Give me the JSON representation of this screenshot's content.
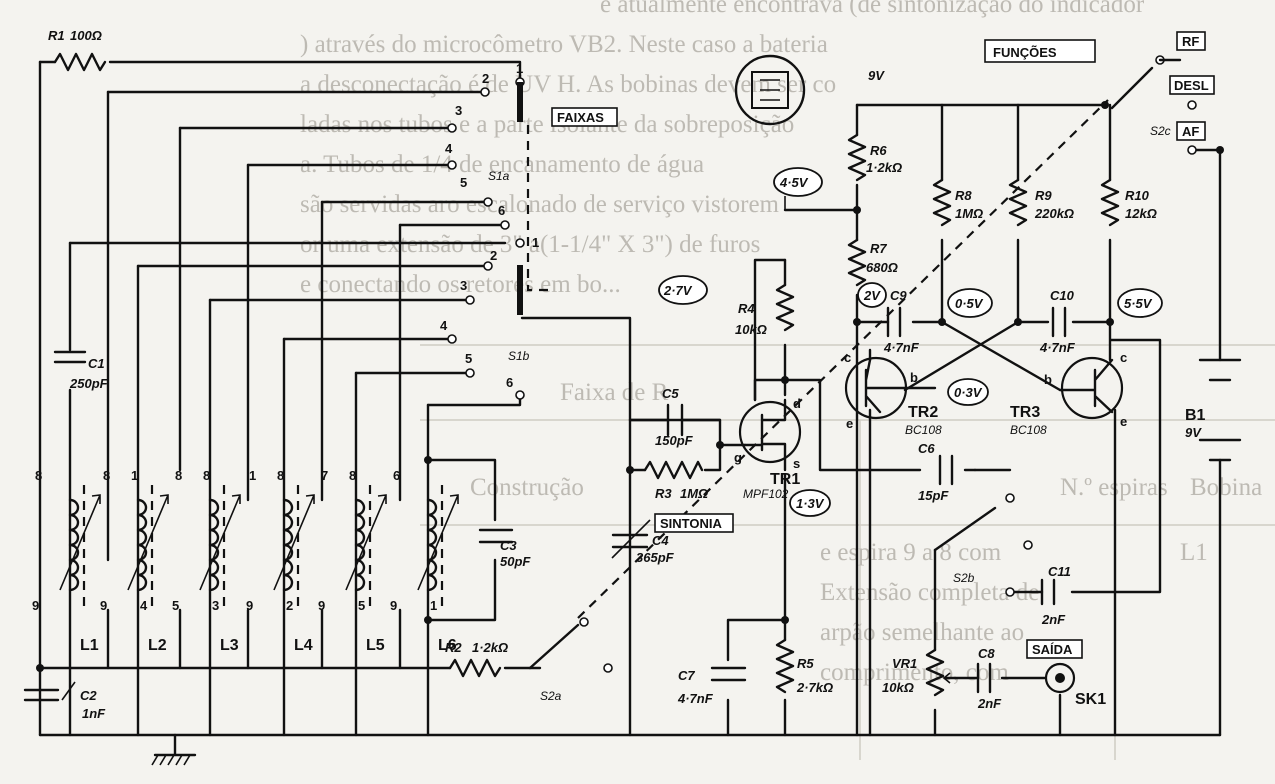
{
  "background_text": {
    "lines": [
      "e atualmente encontrava (de sintonização do indicador",
      ") através do microcômetro VB2. Neste caso a bateria",
      "a desconectação é de UV H. As bobinas devem ser co",
      "ladas nos tubos e a parte isolante da sobreposição",
      "a.  Tubos de 1/4 de encanamento de água",
      "são servidas aro escalonado de serviço vistorem",
      "or uma extensão de 3\" a(1-1/4\" X 3\") de furos",
      "e conectando os retores em bo..."
    ],
    "table_fragments": {
      "header_left": "Bobina",
      "header_mid": "N.º espiras",
      "header_right": "Construção",
      "row_label": "L1",
      "row_text": [
        "e espira 9 a 8 com",
        "Extensão completa de",
        "arpão semelhante ao",
        "comprimento, com"
      ],
      "faixa_title": "Faixa de R"
    }
  },
  "components": {
    "R1": "R1",
    "R1_val": "100Ω",
    "R2": "R2",
    "R2_val": "1·2kΩ",
    "R3": "R3",
    "R3_val": "1MΩ",
    "R4": "R4",
    "R4_val": "10kΩ",
    "R5": "R5",
    "R5_val": "2·7kΩ",
    "R6": "R6",
    "R6_val": "1·2kΩ",
    "R7": "R7",
    "R7_val": "680Ω",
    "R8": "R8",
    "R8_val": "1MΩ",
    "R9": "R9",
    "R9_val": "220kΩ",
    "R10": "R10",
    "R10_val": "12kΩ",
    "C1": "C1",
    "C1_val": "250pF",
    "C2": "C2",
    "C2_val": "1nF",
    "C3": "C3",
    "C3_val": "50pF",
    "C4": "C4",
    "C4_val": "365pF",
    "C5": "C5",
    "C5_val": "150pF",
    "C6": "C6",
    "C6_val": "15pF",
    "C7": "C7",
    "C7_val": "4·7nF",
    "C8": "C8",
    "C8_val": "2nF",
    "C9": "C9",
    "C9_val": "4·7nF",
    "C10": "C10",
    "C10_val": "4·7nF",
    "C11": "C11",
    "C11_val": "2nF",
    "TR1": "TR1",
    "TR1_type": "MPF102",
    "TR2": "TR2",
    "TR2_type": "BC108",
    "TR3": "TR3",
    "TR3_type": "BC108",
    "VR1": "VR1",
    "VR1_val": "10kΩ",
    "B1": "B1",
    "B1_val": "9V",
    "SK1": "SK1",
    "S1a": "S1a",
    "S1b": "S1b",
    "S2a": "S2a",
    "S2b": "S2b",
    "S2c": "S2c",
    "coils": [
      "L1",
      "L2",
      "L3",
      "L4",
      "L5",
      "L6"
    ]
  },
  "boxes": {
    "faixas": "FAIXAS",
    "funcoes": "FUNÇÕES",
    "sintonia": "SINTONIA",
    "saida": "SAÍDA",
    "rf": "RF",
    "desl": "DESL",
    "af": "AF"
  },
  "voltages": {
    "v45": "4·5V",
    "v27": "2·7V",
    "v2": "2V",
    "v05": "0·5V",
    "v55": "5·5V",
    "v03": "0·3V",
    "v13": "1·3V",
    "supply": "9V"
  },
  "pins": {
    "c": "c",
    "b": "b",
    "e": "e",
    "d": "d",
    "g": "g",
    "s": "s"
  },
  "switch_positions": [
    "1",
    "2",
    "3",
    "4",
    "5",
    "6"
  ],
  "coil_taps": {
    "top": [
      "8",
      "8",
      "1",
      "8",
      "8",
      "1",
      "8",
      "7",
      "8",
      "6"
    ],
    "bottom": [
      "9",
      "9",
      "4",
      "5",
      "3",
      "9",
      "2",
      "9",
      "5",
      "9",
      "1"
    ]
  }
}
